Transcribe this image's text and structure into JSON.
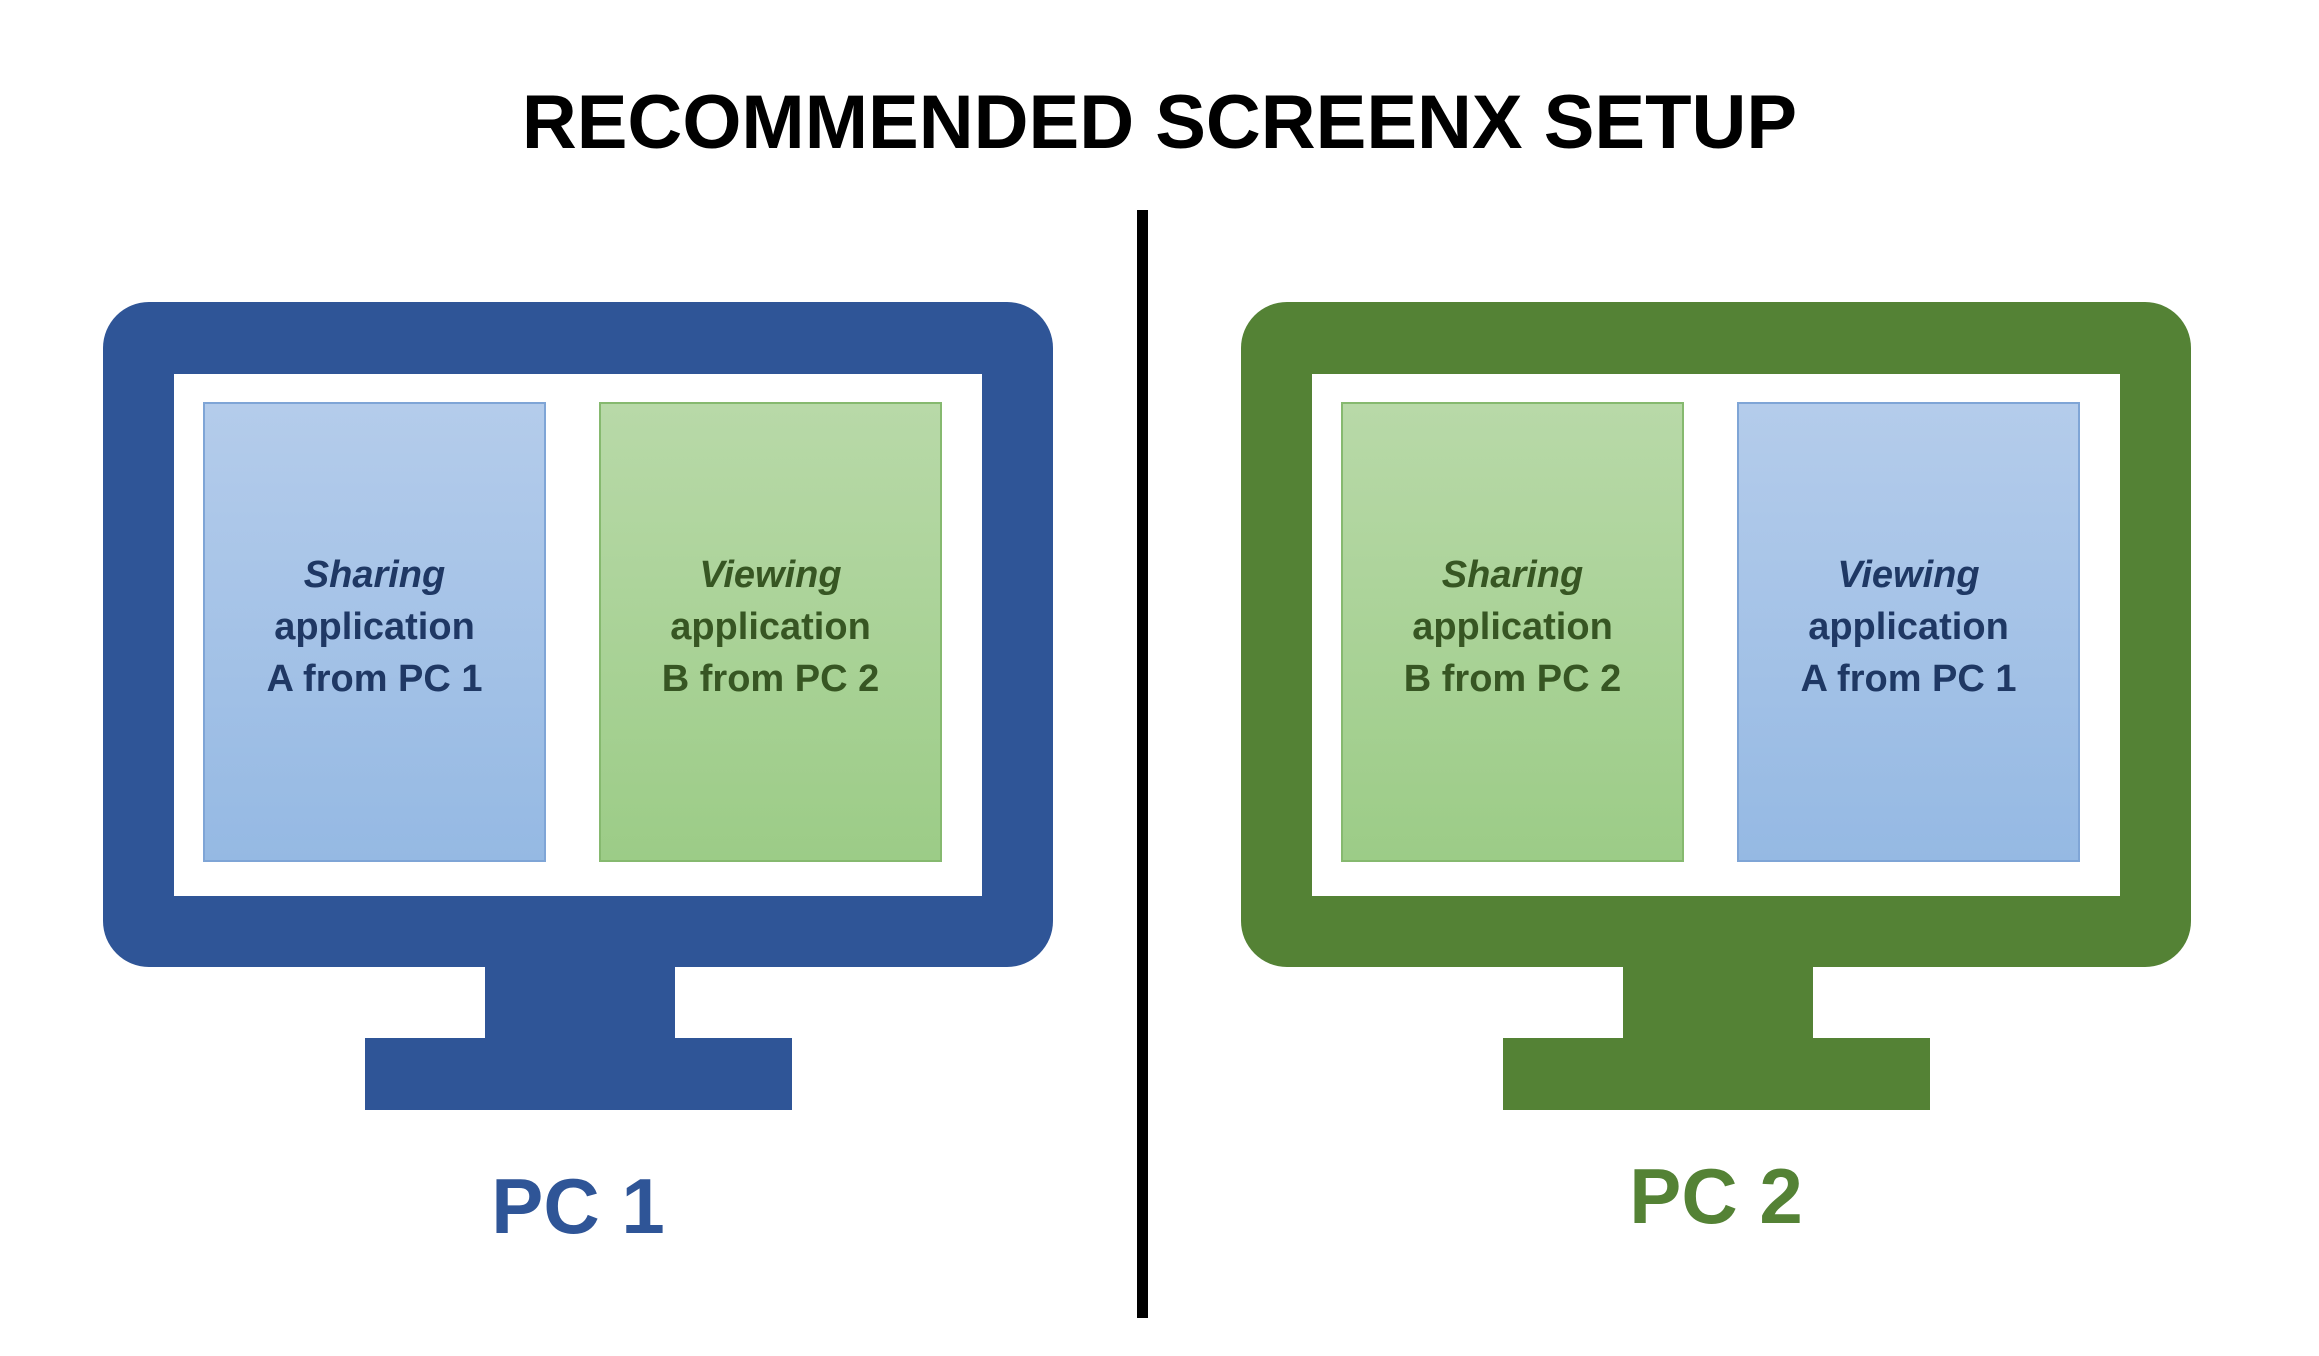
{
  "title": "RECOMMENDED SCREENX SETUP",
  "colors": {
    "pc1": "#2f5597",
    "pc2": "#548235"
  },
  "monitors": [
    {
      "label": "PC 1",
      "color": "#2f5597",
      "panels": [
        {
          "verb": "Sharing",
          "line2": "application",
          "line3": "A from PC 1",
          "scheme": "blue"
        },
        {
          "verb": "Viewing",
          "line2": "application",
          "line3": "B from PC 2",
          "scheme": "green"
        }
      ]
    },
    {
      "label": "PC 2",
      "color": "#548235",
      "panels": [
        {
          "verb": "Sharing",
          "line2": "application",
          "line3": "B from PC 2",
          "scheme": "green"
        },
        {
          "verb": "Viewing",
          "line2": "application",
          "line3": "A from PC 1",
          "scheme": "blue"
        }
      ]
    }
  ]
}
